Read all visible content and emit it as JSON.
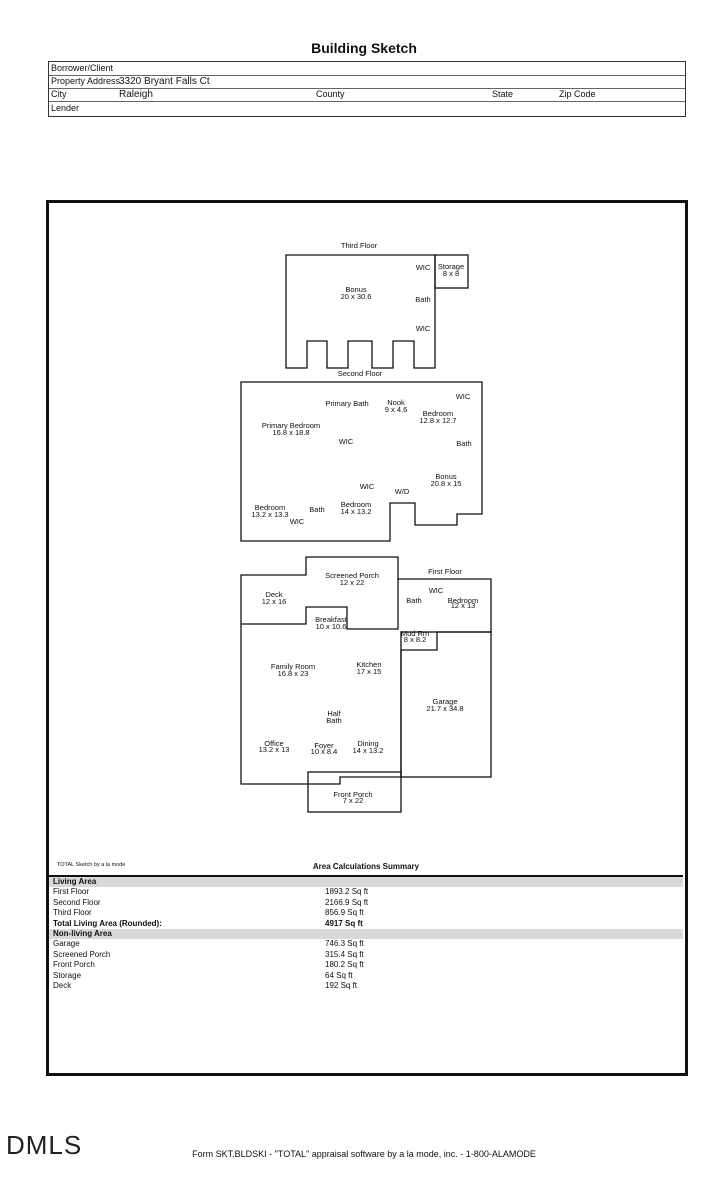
{
  "header": {
    "title": "Building Sketch",
    "borrower_label": "Borrower/Client",
    "address_label": "Property Address",
    "address_value": "3320 Bryant Falls Ct",
    "city_label": "City",
    "city_value": "Raleigh",
    "county_label": "County",
    "state_label": "State",
    "zip_label": "Zip Code",
    "lender_label": "Lender"
  },
  "floors": {
    "third": "Third Floor",
    "second": "Second Floor",
    "first": "First Floor"
  },
  "rooms": {
    "bonus3_name": "Bonus",
    "bonus3_dim": "20 x 30.6",
    "wic3a": "WIC",
    "storage_name": "Storage",
    "storage_dim": "8 x 8",
    "bath3": "Bath",
    "wic3b": "WIC",
    "primary_bath": "Primary Bath",
    "nook_name": "Nook",
    "nook_dim": "9 x 4.6",
    "wic2a": "WIC",
    "bed2a_name": "Bedroom",
    "bed2a_dim": "12.8 x 12.7",
    "primary_bed_name": "Primary Bedroom",
    "primary_bed_dim": "16.8 x 18.8",
    "wic2b": "WIC",
    "bath2a": "Bath",
    "bonus2_name": "Bonus",
    "bonus2_dim": "20.8 x 15",
    "wic2c": "WIC",
    "wd": "W/D",
    "bed2b_name": "Bedroom",
    "bed2b_dim": "13.2 x 13.3",
    "bath2b": "Bath",
    "bed2c_name": "Bedroom",
    "bed2c_dim": "14 x 13.2",
    "wic2d": "WIC",
    "screened_name": "Screened Porch",
    "screened_dim": "12 x 22",
    "deck_name": "Deck",
    "deck_dim": "12 x 16",
    "wic1": "WIC",
    "bath1": "Bath",
    "bed1_name": "Bedroom",
    "bed1_dim": "12 x 13",
    "breakfast_name": "Breakfast",
    "breakfast_dim": "10 x 10.6",
    "mud_name": "Mud Rm",
    "mud_dim": "8 x 8.2",
    "family_name": "Family Room",
    "family_dim": "16.8 x 23",
    "kitchen_name": "Kitchen",
    "kitchen_dim": "17 x 15",
    "garage_name": "Garage",
    "garage_dim": "21.7 x 34.8",
    "half_bath_1": "Half",
    "half_bath_2": "Bath",
    "office_name": "Office",
    "office_dim": "13.2 x 13",
    "foyer_name": "Foyer",
    "foyer_dim": "10 x 8.4",
    "dining_name": "Dining",
    "dining_dim": "14 x 13.2",
    "front_porch_name": "Front Porch",
    "front_porch_dim": "7 x 22"
  },
  "summary": {
    "credit": "TOTAL Sketch by a la mode",
    "title": "Area Calculations Summary",
    "living_header": "Living Area",
    "living": [
      {
        "name": "First Floor",
        "value": "1893.2 Sq ft"
      },
      {
        "name": "Second Floor",
        "value": "2166.9 Sq ft"
      },
      {
        "name": "Third Floor",
        "value": "856.9 Sq ft"
      }
    ],
    "total_label": "Total Living Area (Rounded):",
    "total_value": "4917 Sq ft",
    "nonliving_header": "Non-living Area",
    "nonliving": [
      {
        "name": "Garage",
        "value": "746.3 Sq ft"
      },
      {
        "name": "Screened Porch",
        "value": "315.4 Sq ft"
      },
      {
        "name": "Front Porch",
        "value": "180.2 Sq ft"
      },
      {
        "name": "Storage",
        "value": "64 Sq ft"
      },
      {
        "name": "Deck",
        "value": "192 Sq ft"
      }
    ]
  },
  "footer": {
    "logo": "DMLS",
    "text": "Form SKT.BLDSKI - \"TOTAL\" appraisal software by a la mode, inc. - 1-800-ALAMODE"
  }
}
